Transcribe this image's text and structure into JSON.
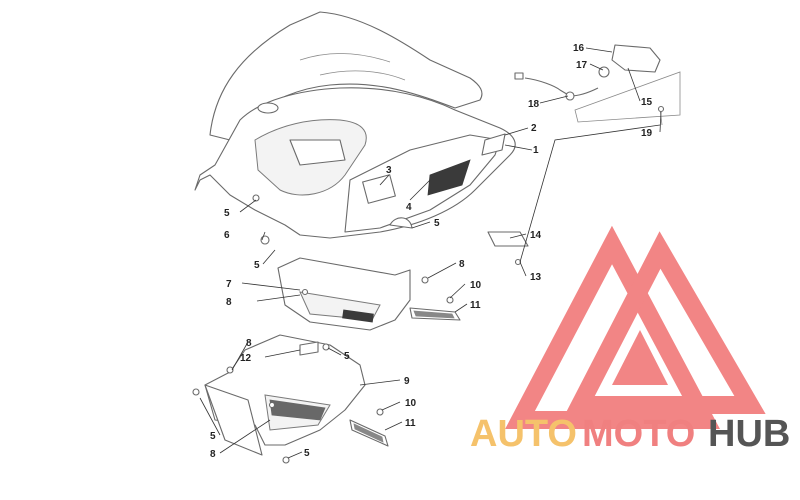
{
  "callouts": [
    {
      "id": "1",
      "label": "1"
    },
    {
      "id": "2",
      "label": "2"
    },
    {
      "id": "3",
      "label": "3"
    },
    {
      "id": "4",
      "label": "4"
    },
    {
      "id": "5a",
      "label": "5"
    },
    {
      "id": "5b",
      "label": "5"
    },
    {
      "id": "5c",
      "label": "5"
    },
    {
      "id": "5d",
      "label": "5"
    },
    {
      "id": "5e",
      "label": "5"
    },
    {
      "id": "5f",
      "label": "5"
    },
    {
      "id": "6",
      "label": "6"
    },
    {
      "id": "7",
      "label": "7"
    },
    {
      "id": "8a",
      "label": "8"
    },
    {
      "id": "8b",
      "label": "8"
    },
    {
      "id": "8c",
      "label": "8"
    },
    {
      "id": "8d",
      "label": "8"
    },
    {
      "id": "9",
      "label": "9"
    },
    {
      "id": "10a",
      "label": "10"
    },
    {
      "id": "10b",
      "label": "10"
    },
    {
      "id": "11a",
      "label": "11"
    },
    {
      "id": "11b",
      "label": "11"
    },
    {
      "id": "12",
      "label": "12"
    },
    {
      "id": "13",
      "label": "13"
    },
    {
      "id": "14",
      "label": "14"
    },
    {
      "id": "15",
      "label": "15"
    },
    {
      "id": "16",
      "label": "16"
    },
    {
      "id": "17",
      "label": "17"
    },
    {
      "id": "18",
      "label": "18"
    },
    {
      "id": "19",
      "label": "19"
    }
  ],
  "watermark": {
    "word_auto": "AUTO",
    "word_moto": "MOTO",
    "word_hub": "HUB",
    "colors": {
      "auto": "#f5c26b",
      "moto": "#f08080",
      "hub": "#555555",
      "logo": "#f07070"
    }
  }
}
